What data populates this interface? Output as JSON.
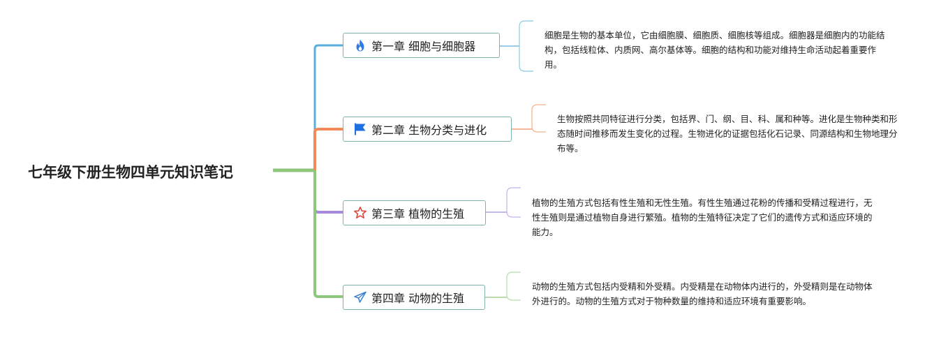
{
  "root": {
    "title": "七年级下册生物四单元知识笔记"
  },
  "chapters": [
    {
      "icon": "fire-icon",
      "color": "#5aaedc",
      "title": "第一章 细胞与细胞器",
      "note": "细胞是生物的基本单位，它由细胞膜、细胞质、细胞核等组成。细胞器是细胞内的功能结构，包括线粒体、内质网、高尔基体等。细胞的结构和功能对维持生命活动起着重要作用。"
    },
    {
      "icon": "flag-icon",
      "color": "#f28a5a",
      "title": "第二章 生物分类与进化",
      "note": "生物按照共同特征进行分类，包括界、门、纲、目、科、属和种等。进化是生物种类和形态随时间推移而发生变化的过程。生物进化的证据包括化石记录、同源结构和生物地理分布等。"
    },
    {
      "icon": "star-icon",
      "color": "#a58ae0",
      "title": "第三章 植物的生殖",
      "note": "植物的生殖方式包括有性生殖和无性生殖。有性生殖通过花粉的传播和受精过程进行，无性生殖则是通过植物自身进行繁殖。植物的生殖特征决定了它们的遗传方式和适应环境的能力。"
    },
    {
      "icon": "paper-plane-icon",
      "color": "#8fc77d",
      "title": "第四章 动物的生殖",
      "note": "动物的生殖方式包括内受精和外受精。内受精是在动物体内进行的，外受精则是在动物体外进行的。动物的生殖方式对于物种数量的维持和适应环境有重要影响。"
    }
  ],
  "colors": {
    "node_border": "#7fb4ad",
    "fire": "#2f7de1",
    "flag": "#1f6fe0",
    "star": "#e0453a",
    "plane": "#3a7fd5"
  }
}
